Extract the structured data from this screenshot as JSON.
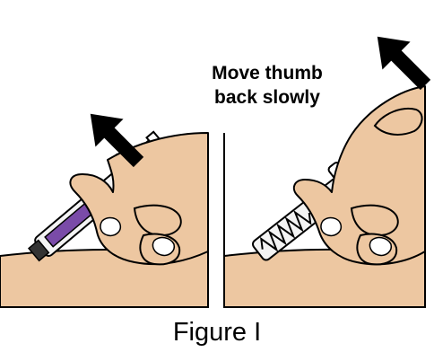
{
  "instruction": {
    "line1": "Move thumb",
    "line2": "back slowly"
  },
  "caption": "Figure I",
  "colors": {
    "skin": "#edc7a1",
    "outline": "#000000",
    "plunger": "#7a4ba8",
    "arrow": "#000000"
  },
  "icons": [
    "up-right-arrow-icon",
    "hand-illustration",
    "syringe-illustration",
    "spring-illustration"
  ]
}
